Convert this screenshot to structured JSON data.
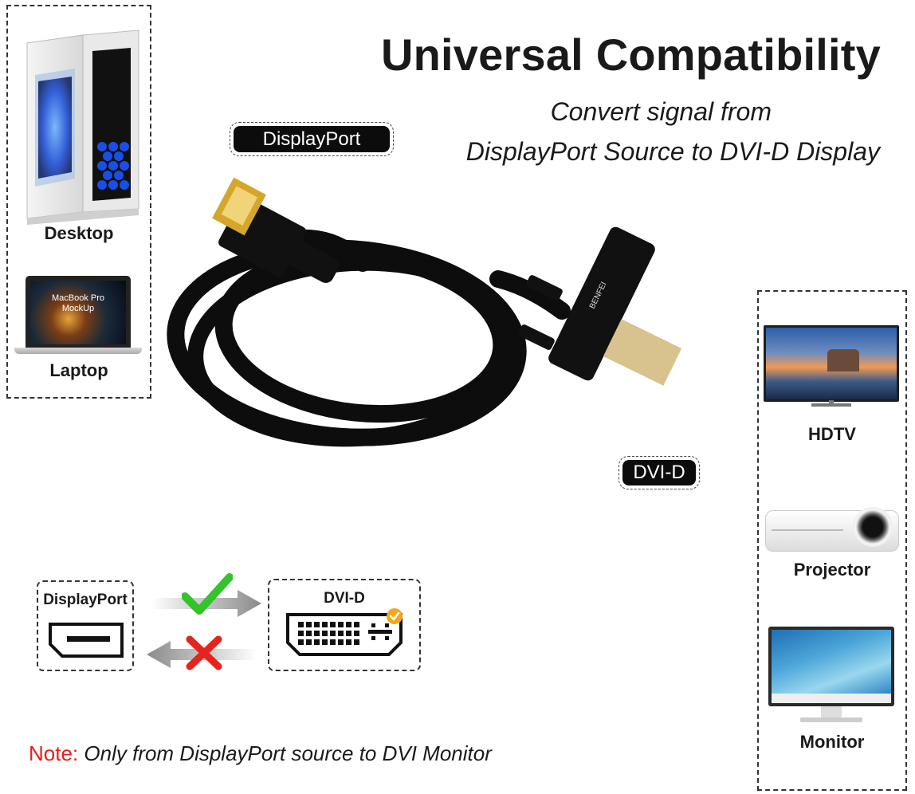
{
  "header": {
    "title": "Universal Compatibility",
    "subtitle_line1": "Convert signal from",
    "subtitle_line2": "DisplayPort Source to DVI-D Display"
  },
  "sources": [
    {
      "label": "Desktop"
    },
    {
      "label": "Laptop",
      "screen_text_line1": "MacBook Pro",
      "screen_text_line2": "MockUp"
    }
  ],
  "displays": [
    {
      "label": "HDTV"
    },
    {
      "label": "Projector"
    },
    {
      "label": "Monitor"
    }
  ],
  "cable": {
    "displayport_tag": "DisplayPort",
    "dvi_tag": "DVI-D",
    "brand": "BENFEI"
  },
  "direction_diagram": {
    "source_label": "DisplayPort",
    "target_label": "DVI-D",
    "forward_status": "supported",
    "reverse_status": "not supported"
  },
  "note": {
    "prefix": "Note:",
    "text": " Only from DisplayPort source to DVI Monitor"
  },
  "colors": {
    "note_red": "#e0201b",
    "check_green": "#33c32a",
    "cross_red": "#e8231d",
    "badge_orange": "#f3a81c"
  }
}
